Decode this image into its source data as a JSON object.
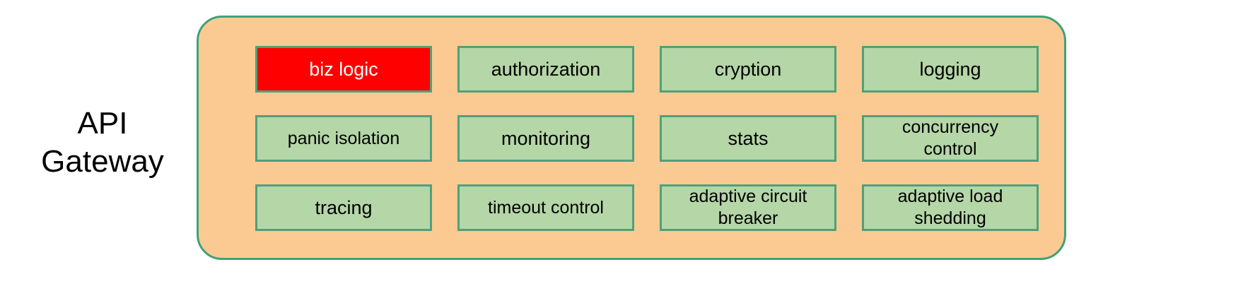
{
  "diagram": {
    "side_label": "API\nGateway",
    "colors": {
      "container_fill": "#FBCA92",
      "container_border": "#3FA278",
      "box_fill": "#B5D6A7",
      "box_border": "#4FA17A",
      "highlight_fill": "#FF0000",
      "highlight_text": "#FFFFFF",
      "text": "#000000",
      "page_background": "#FFFFFF"
    },
    "grid": {
      "rows": 3,
      "columns": 4,
      "cells": [
        {
          "label": "biz logic",
          "highlighted": true,
          "two_line": false
        },
        {
          "label": "authorization",
          "highlighted": false,
          "two_line": false
        },
        {
          "label": "cryption",
          "highlighted": false,
          "two_line": false
        },
        {
          "label": "logging",
          "highlighted": false,
          "two_line": false
        },
        {
          "label": "panic isolation",
          "highlighted": false,
          "two_line": false
        },
        {
          "label": "monitoring",
          "highlighted": false,
          "two_line": false
        },
        {
          "label": "stats",
          "highlighted": false,
          "two_line": false
        },
        {
          "label": "concurrency\ncontrol",
          "highlighted": false,
          "two_line": true
        },
        {
          "label": "tracing",
          "highlighted": false,
          "two_line": false
        },
        {
          "label": "timeout control",
          "highlighted": false,
          "two_line": false
        },
        {
          "label": "adaptive circuit\nbreaker",
          "highlighted": false,
          "two_line": true
        },
        {
          "label": "adaptive load\nshedding",
          "highlighted": false,
          "two_line": true
        }
      ]
    }
  }
}
